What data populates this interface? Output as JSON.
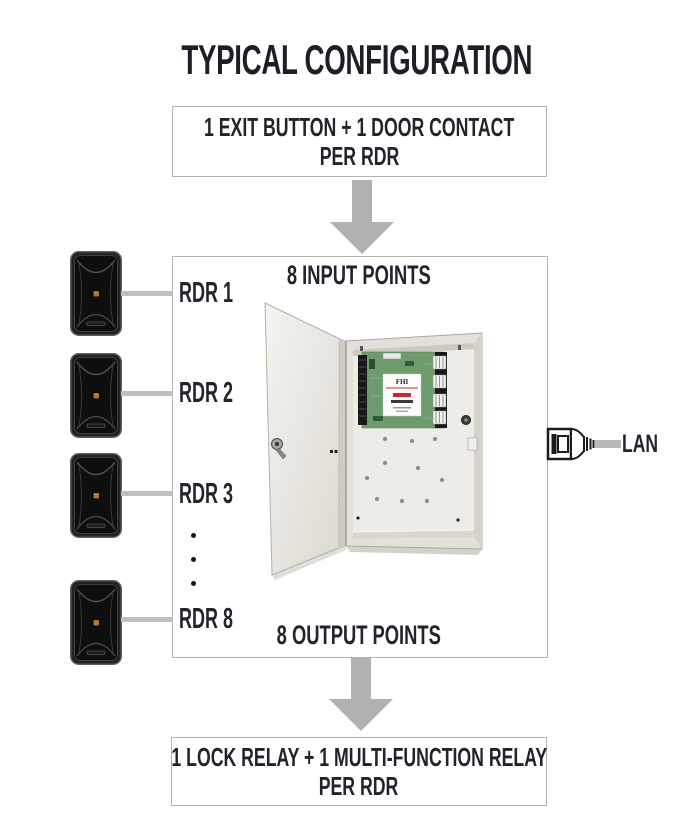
{
  "title": "TYPICAL CONFIGURATION",
  "top_box": {
    "line1": "1 EXIT BUTTON + 1 DOOR CONTACT",
    "line2": "PER RDR"
  },
  "main_box": {
    "input_points_label": "8 INPUT POINTS",
    "output_points_label": "8 OUTPUT POINTS"
  },
  "readers": [
    {
      "label": "RDR 1"
    },
    {
      "label": "RDR 2"
    },
    {
      "label": "RDR 3"
    },
    {
      "label": "RDR 8"
    }
  ],
  "ellipsis_dots_count": 3,
  "lan": {
    "label": "LAN"
  },
  "enclosure": {
    "pcb_logo": "FHI"
  },
  "bottom_box": {
    "line1": "1 LOCK RELAY + 1 MULTI-FUNCTION RELAY",
    "line2": "PER RDR"
  },
  "colors": {
    "text": "#25222b",
    "arrow": "#b1b1b1",
    "connector_line": "#bfbfbf",
    "box_border": "#b5b3ad",
    "cabinet_beige": "#e2e0d8",
    "pcb_green": "#6e9b6c",
    "pcb_label_red": "#c42b2b",
    "reader_body": "#1d1d1d",
    "reader_led": "#b5772f",
    "cable_gray": "#b8b8b8"
  }
}
